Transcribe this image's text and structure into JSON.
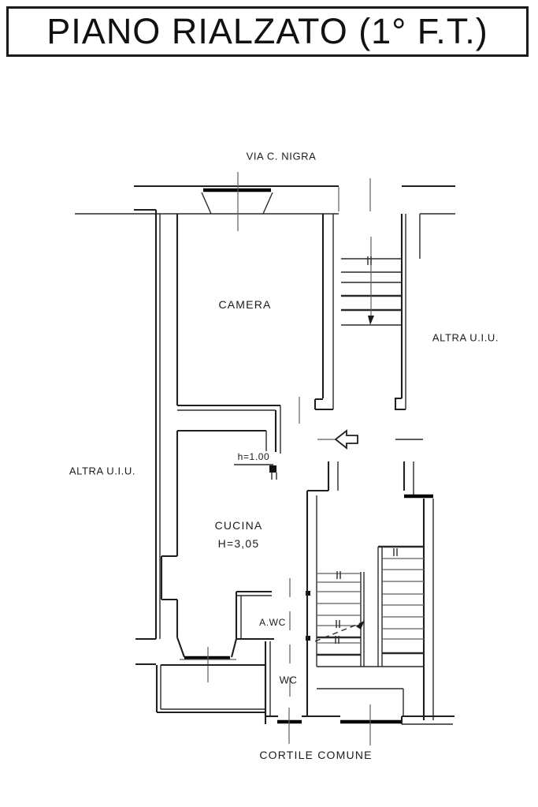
{
  "title": "PIANO RIALZATO (1° F.T.)",
  "plan": {
    "street_label": "VIA C. NIGRA",
    "courtyard_label": "CORTILE COMUNE",
    "adjacent_unit_left": "ALTRA U.I.U.",
    "adjacent_unit_right": "ALTRA U.I.U.",
    "rooms": {
      "bedroom": "CAMERA",
      "kitchen": "CUCINA",
      "kitchen_height": "H=3,05",
      "niche_height": "h=1.00",
      "anti_wc": "A.WC",
      "wc": "WC"
    }
  },
  "colors": {
    "background": "#ffffff",
    "line": "#1a1a1a"
  }
}
